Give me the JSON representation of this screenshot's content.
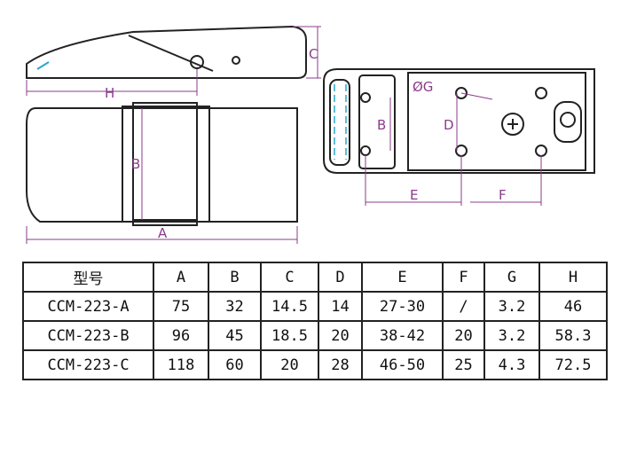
{
  "diagram": {
    "dimension_labels": {
      "side_h": "H",
      "side_c": "C",
      "top_b": "B",
      "top_a": "A",
      "base_g": "ØG",
      "base_b": "B",
      "base_d": "D",
      "base_e": "E",
      "base_f": "F"
    },
    "colors": {
      "outline": "#222222",
      "dimension": "#8a3c8a",
      "centerline": "#2aa8c8"
    }
  },
  "table": {
    "headers": [
      "型号",
      "A",
      "B",
      "C",
      "D",
      "E",
      "F",
      "G",
      "H"
    ],
    "rows": [
      [
        "CCM-223-A",
        "75",
        "32",
        "14.5",
        "14",
        "27-30",
        "/",
        "3.2",
        "46"
      ],
      [
        "CCM-223-B",
        "96",
        "45",
        "18.5",
        "20",
        "38-42",
        "20",
        "3.2",
        "58.3"
      ],
      [
        "CCM-223-C",
        "118",
        "60",
        "20",
        "28",
        "46-50",
        "25",
        "4.3",
        "72.5"
      ]
    ]
  }
}
